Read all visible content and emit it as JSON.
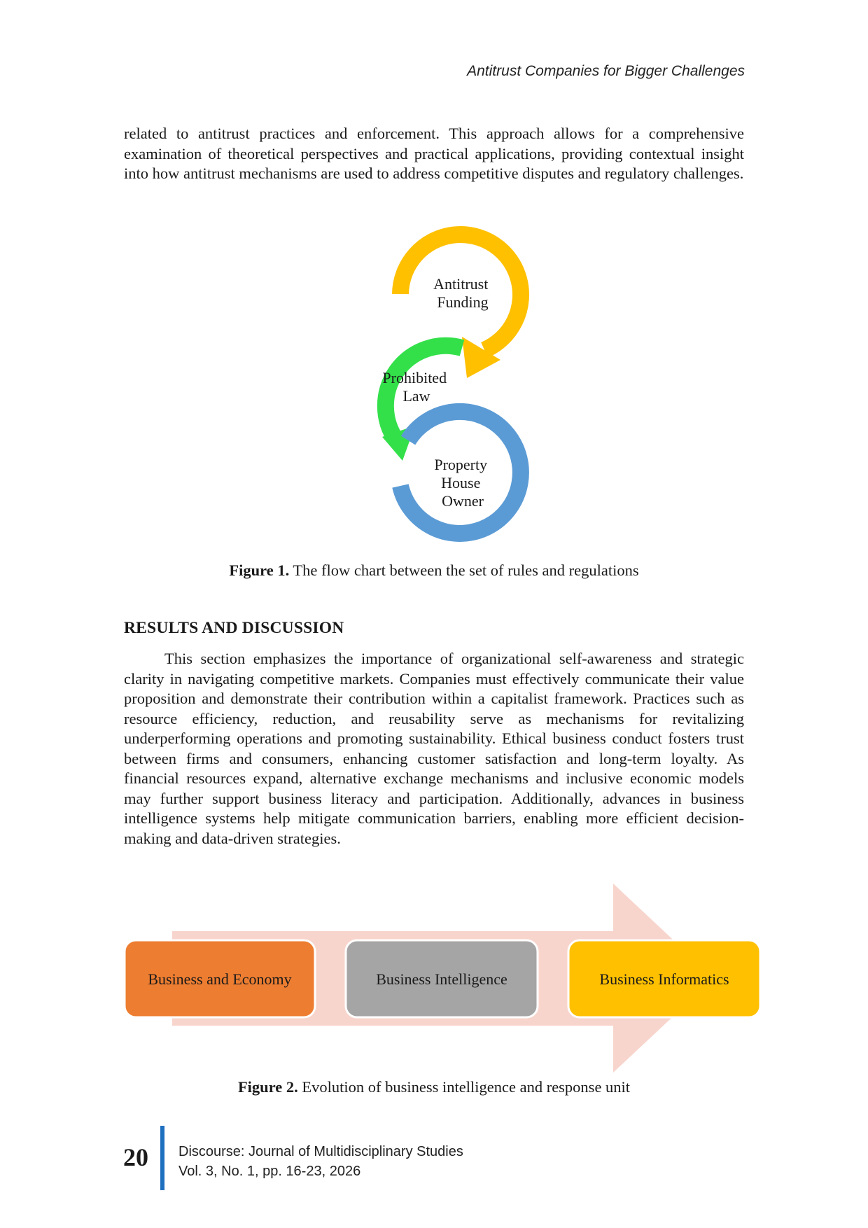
{
  "running_head": "Antitrust Companies for Bigger Challenges",
  "intro_paragraph": "related to antitrust practices and enforcement. This approach allows for a comprehensive examination of theoretical perspectives and practical applications, providing contextual insight into how antitrust mechanisms are used to address competitive disputes and regulatory challenges.",
  "figure1": {
    "nodes": [
      {
        "lines": [
          "Antitrust",
          "Funding"
        ],
        "color": "#FFC000"
      },
      {
        "lines": [
          "Prohibited",
          "Law"
        ],
        "color": "#33E04A"
      },
      {
        "lines": [
          "Property",
          "House",
          "Owner"
        ],
        "color": "#5B9BD5"
      }
    ],
    "caption_label": "Figure 1.",
    "caption_text": " The flow chart between the set of rules and regulations"
  },
  "section_heading": "RESULTS AND DISCUSSION",
  "results_paragraph": "This section emphasizes the importance of organizational self-awareness and strategic clarity in navigating competitive markets. Companies must effectively communicate their value proposition and demonstrate their contribution within a capitalist framework. Practices such as resource efficiency, reduction, and reusability serve as mechanisms for revitalizing underperforming operations and promoting sustainability. Ethical business conduct fosters trust between firms and consumers, enhancing customer satisfaction and long-term loyalty. As financial resources expand, alternative exchange mechanisms and inclusive economic models may further support business literacy and participation. Additionally, advances in business intelligence systems help mitigate communication barriers, enabling more efficient decision-making and data-driven strategies.",
  "figure2": {
    "boxes": [
      {
        "label": "Business and Economy",
        "color": "#ED7D31"
      },
      {
        "label": "Business Intelligence",
        "color": "#A5A5A5"
      },
      {
        "label": "Business Informatics",
        "color": "#FFC000"
      }
    ],
    "arrow_color": "#F8D5CC",
    "caption_label": "Figure 2.",
    "caption_text": " Evolution of business intelligence and response unit"
  },
  "footer": {
    "page_number": "20",
    "journal": "Discourse: Journal of Multidisciplinary Studies",
    "volume": "Vol. 3, No. 1, pp. 16-23, 2026",
    "accent_color": "#1F6FBF"
  }
}
